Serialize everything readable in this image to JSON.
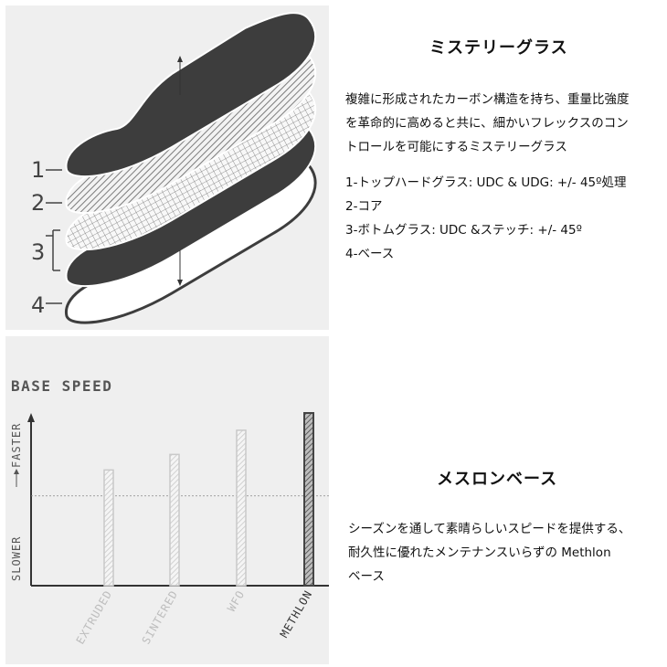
{
  "layers_figure": {
    "labels": [
      "1",
      "2",
      "3",
      "4"
    ]
  },
  "section1": {
    "title": "ミステリーグラス",
    "description_lines": [
      "複雑に形成されたカーボン構造を持ち、重量比強度",
      "を革命的に高めると共に、細かいフレックスのコン",
      "トロールを可能にするミステリーグラス"
    ],
    "specs": [
      "1-トップハードグラス: UDC & UDG: +/- 45º処理",
      "2-コア",
      "3-ボトムグラス: UDC &ステッチ: +/- 45º",
      "4-ベース"
    ]
  },
  "section2": {
    "title": "メスロンベース",
    "description_lines": [
      "シーズンを通して素晴らしいスピードを提供する、",
      "耐久性に優れたメンテナンスいらずの Methlon",
      "ベース"
    ]
  },
  "colors": {
    "panel_bg": "#efefef",
    "dark_layer": "#3d3d3d",
    "mid_layer": "#8f8f8f",
    "bar_light": "#c9c9c9",
    "bar_dark": "#444444",
    "axis": "#333333"
  },
  "chart_data": {
    "type": "bar",
    "title": "BASE SPEED",
    "ylabel_low": "SLOWER",
    "ylabel_high": "FASTER",
    "categories": [
      "EXTRUDED",
      "SINTERED",
      "WFO",
      "METHLON"
    ],
    "values": [
      0.67,
      0.76,
      0.9,
      1.0
    ],
    "ylim": [
      0,
      1
    ],
    "reference_line": 0.52,
    "highlight": "METHLON",
    "grid": false
  }
}
